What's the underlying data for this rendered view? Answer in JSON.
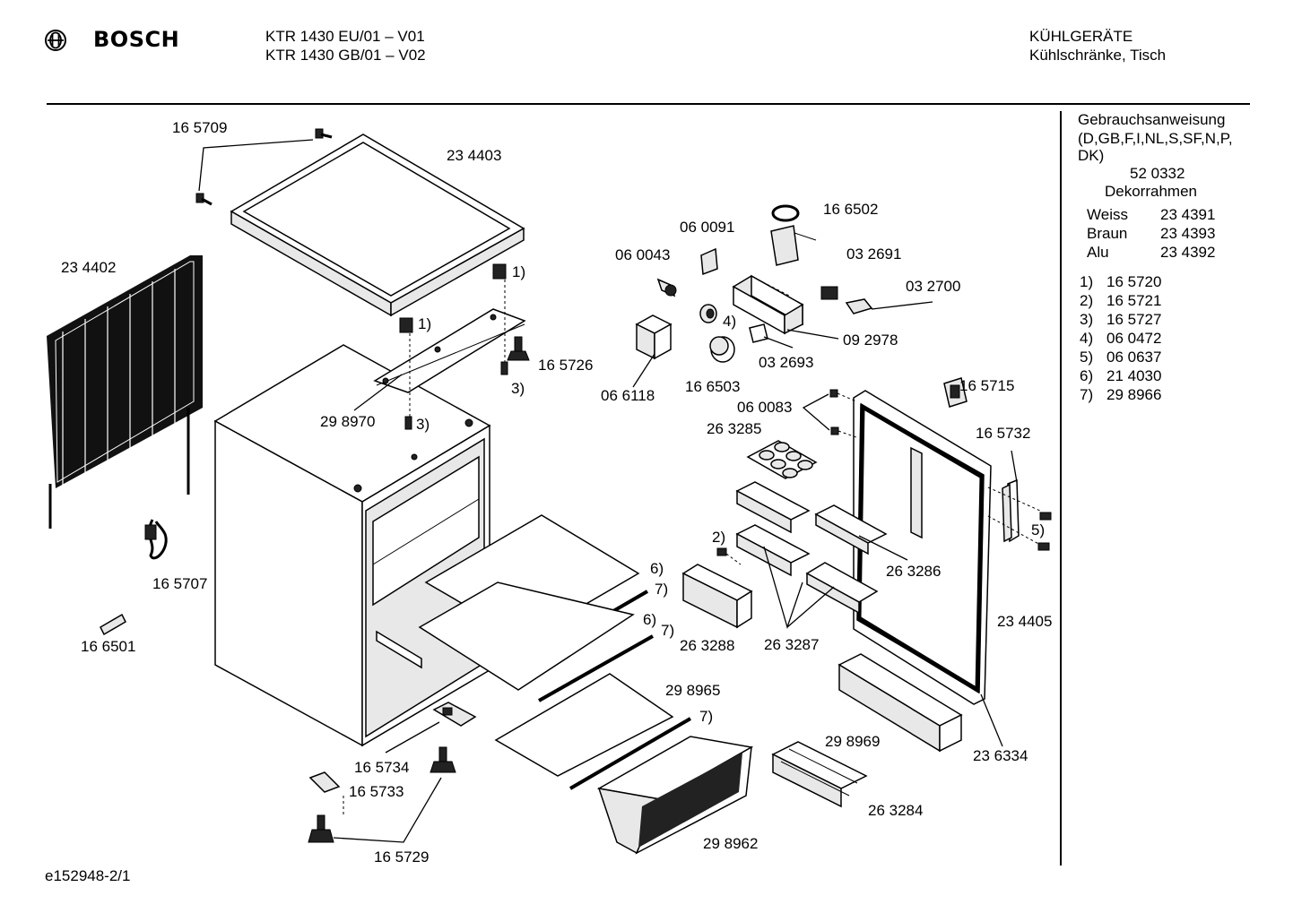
{
  "header": {
    "brand": "BOSCH",
    "model_line_1": "KTR 1430 EU/01 – V01",
    "model_line_2": "KTR 1430 GB/01 – V02",
    "category": "KÜHLGERÄTE",
    "subcategory": "Kühlschränke, Tisch"
  },
  "sidebar": {
    "manual_title": "Gebrauchsanweisung",
    "manual_langs_1": "(D,GB,F,I,NL,S,SF,N,P,",
    "manual_langs_2": "DK)",
    "manual_number": "52 0332",
    "frame_title": "Dekorrahmen",
    "frame_variants": [
      {
        "name": "Weiss",
        "number": "23 4391"
      },
      {
        "name": "Braun",
        "number": "23 4393"
      },
      {
        "name": "Alu",
        "number": "23 4392"
      }
    ],
    "footnotes": [
      {
        "key": "1)",
        "number": "16 5720"
      },
      {
        "key": "2)",
        "number": "16 5721"
      },
      {
        "key": "3)",
        "number": "16 5727"
      },
      {
        "key": "4)",
        "number": "06 0472"
      },
      {
        "key": "5)",
        "number": "06 0637"
      },
      {
        "key": "6)",
        "number": "21 4030"
      },
      {
        "key": "7)",
        "number": "29 8966"
      }
    ]
  },
  "labels": {
    "p165709": "16 5709",
    "p234403": "23 4403",
    "p234402": "23 4402",
    "fn1a": "1)",
    "fn1b": "1)",
    "p165726": "16 5726",
    "fn3a": "3)",
    "fn3b": "3)",
    "p298970": "29 8970",
    "p165707": "16 5707",
    "p166501": "16 6501",
    "p166502": "16 6502",
    "p060091": "06 0091",
    "p060043": "06 0043",
    "p032691": "03 2691",
    "p032700": "03 2700",
    "fn4": "4)",
    "p092978": "09 2978",
    "p032693": "03 2693",
    "p066118": "06 6118",
    "p166503": "16 6503",
    "p165715": "16 5715",
    "p060083": "06 0083",
    "p263285": "26 3285",
    "p165732": "16 5732",
    "fn5": "5)",
    "fn2": "2)",
    "p263286": "26 3286",
    "fn6a": "6)",
    "fn7a": "7)",
    "fn6b": "6)",
    "fn7b": "7)",
    "p263288": "26 3288",
    "p263287": "26 3287",
    "p234405": "23 4405",
    "p298965": "29 8965",
    "fn7c": "7)",
    "p298969": "29 8969",
    "p236334": "23 6334",
    "p165734": "16 5734",
    "p165733": "16 5733",
    "p263284": "26 3284",
    "p298962": "29 8962",
    "p165729": "16 5729"
  },
  "footer": {
    "doc_id": "e152948-2/1"
  }
}
